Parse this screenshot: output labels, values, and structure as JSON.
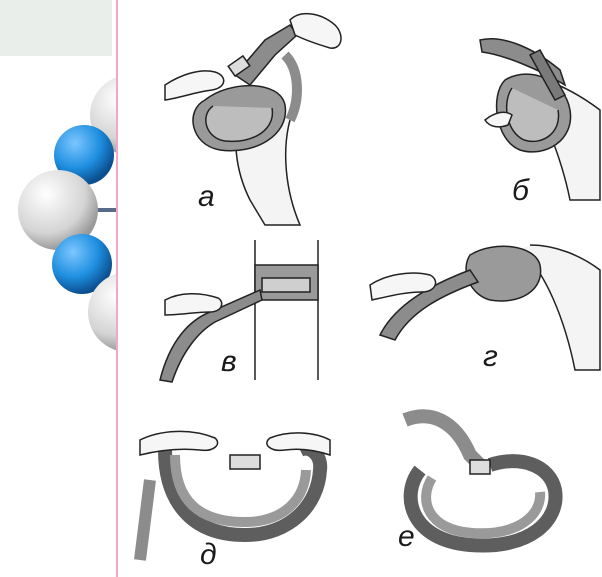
{
  "figure": {
    "captions": [
      "а",
      "б",
      "в",
      "г",
      "д",
      "е"
    ]
  },
  "colors": {
    "belt": "#8c8c8c",
    "belt_dark": "#5e5e5e",
    "skin": "#f2f2f2",
    "banner": "#e9eeeb",
    "sphere_blue": "#1f8fe0",
    "sphere_white": "#e6e6e6",
    "accent_line": "#f4a6c8"
  }
}
